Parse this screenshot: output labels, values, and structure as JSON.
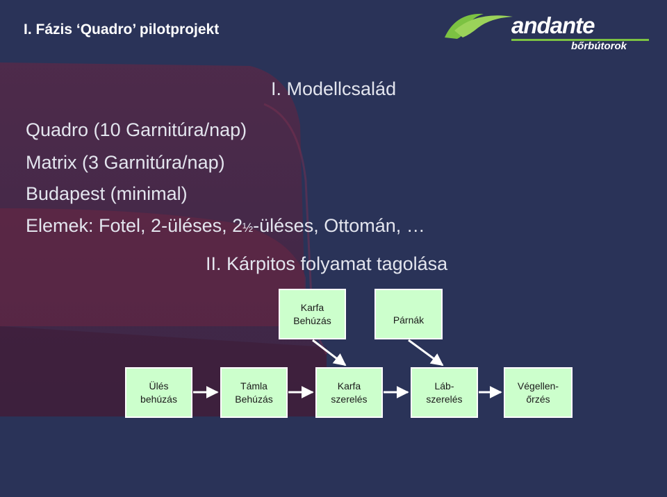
{
  "title": "I. Fázis ‘Quadro’ pilotprojekt",
  "logo": {
    "name": "andante",
    "subtitle": "bőrbútorok"
  },
  "section1": "I. Modellcsalád",
  "lines": {
    "quadro": "Quadro (10 Garnitúra/nap)",
    "matrix": "Matrix (3 Garnitúra/nap)",
    "budapest": "Budapest (minimal)",
    "elements_a": "Elemek: Fotel, 2-üléses, 2",
    "elements_half": "½",
    "elements_b": "-üléses, Ottomán, …"
  },
  "section2": "II. Kárpitos folyamat tagolása",
  "process": {
    "karfa_behuzas": [
      "Karfa",
      "Behúzás"
    ],
    "parnak": "Párnák",
    "ules": [
      "Ülés",
      "behúzás"
    ],
    "tamla": [
      "Támla",
      "Behúzás"
    ],
    "karfa_szereles": [
      "Karfa",
      "szerelés"
    ],
    "lab_szereles": [
      "Láb-",
      "szerelés"
    ],
    "vegellenorzes": [
      "Végellen-",
      "őrzés"
    ]
  },
  "colors": {
    "background": "#2a3358",
    "box_fill": "#ccffcc",
    "logo_green": "#7cc242",
    "text": "#e3e5ee"
  }
}
